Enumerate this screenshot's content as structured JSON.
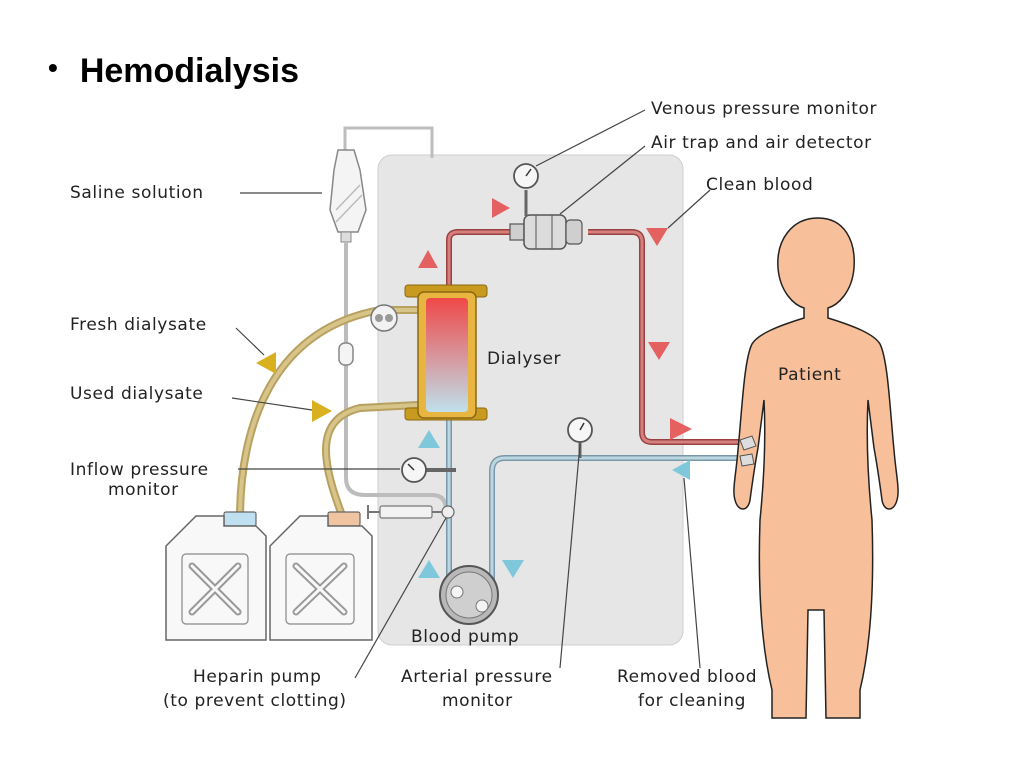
{
  "slide": {
    "bullet": "•",
    "title": "Hemodialysis"
  },
  "labels": {
    "venous_pressure_monitor": "Venous pressure monitor",
    "air_trap": "Air trap and air detector",
    "clean_blood": "Clean blood",
    "saline_solution": "Saline solution",
    "fresh_dialysate": "Fresh dialysate",
    "used_dialysate": "Used dialysate",
    "dialyser": "Dialyser",
    "patient": "Patient",
    "inflow_line1": "Inflow pressure",
    "inflow_line2": "monitor",
    "blood_pump": "Blood pump",
    "heparin_line1": "Heparin pump",
    "heparin_line2": "(to prevent clotting)",
    "arterial_line1": "Arterial pressure",
    "arterial_line2": "monitor",
    "removed_line1": "Removed blood",
    "removed_line2": "for cleaning"
  },
  "colors": {
    "machine_panel": "#e6e6e6",
    "clean_blood_tube": "#b85a5a",
    "removed_blood_tube": "#8aa8b8",
    "dialysate_tube": "#c8b070",
    "arrow_red": "#e56060",
    "arrow_blue": "#7fc8dc",
    "arrow_yellow": "#d8b020",
    "patient_skin": "#f8c09a",
    "patient_outline": "#222222"
  }
}
